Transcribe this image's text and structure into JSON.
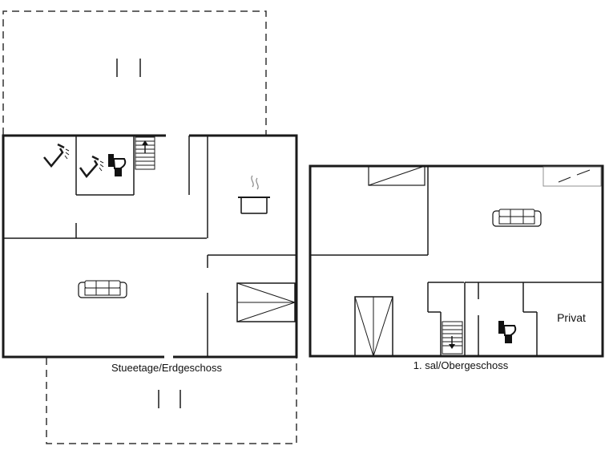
{
  "floors": {
    "ground": {
      "label": "Stueetage/Erdgeschoss"
    },
    "upper": {
      "label": "1. sal/Obergeschoss"
    }
  },
  "rooms": {
    "private_label": "Privat"
  },
  "icons": [
    "shower-icon",
    "toilet-icon",
    "stairs-up-icon",
    "stairs-down-icon",
    "cooking-pot-icon",
    "sofa-icon",
    "wardrobe-icon"
  ],
  "colors": {
    "line": "#1a1a1a",
    "background": "#ffffff"
  }
}
